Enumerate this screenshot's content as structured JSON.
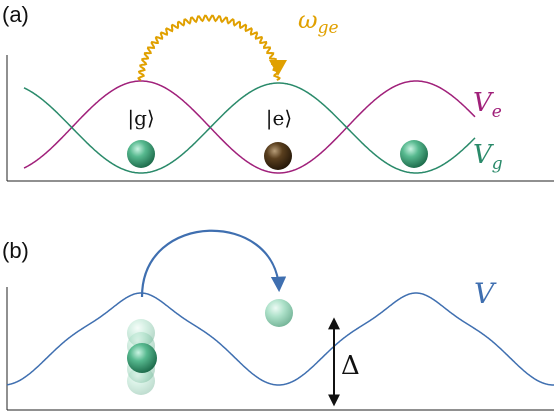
{
  "panel_a": {
    "label": "(a)",
    "ground_state_label": "|g⟩",
    "excited_state_label": "|e⟩",
    "transition_label": "ω",
    "transition_label_sub": "ge",
    "potential_excited_label": "V",
    "potential_excited_sub": "e",
    "potential_ground_label": "V",
    "potential_ground_sub": "g"
  },
  "panel_b": {
    "label": "(b)",
    "potential_label": "V",
    "depth_label": "Δ"
  },
  "colors": {
    "excited_potential": "#a0207a",
    "ground_potential": "#2a8a6a",
    "transition_arrow": "#e0a000",
    "single_potential": "#3f6fb0",
    "hop_arrow": "#3f6fb0",
    "ground_atom": "#3aa57c",
    "excited_atom": "#4a3318",
    "depth_arrow": "#111111"
  }
}
